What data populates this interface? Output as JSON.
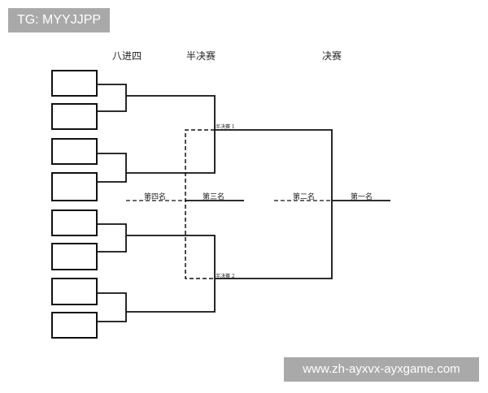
{
  "watermarks": {
    "top": "TG: MYYJJPP",
    "bottom": "www.zh-ayxvx-ayxgame.com"
  },
  "headers": {
    "quarterfinal": "八进四",
    "semifinal": "半决赛",
    "final": "决赛"
  },
  "labels": {
    "semi1": "半决赛 1",
    "semi2": "半决赛 2",
    "fourth": "第四名",
    "third": "第三名",
    "second": "第二名",
    "first": "第一名"
  },
  "slots": [
    "",
    "",
    "",
    "",
    "",
    "",
    "",
    ""
  ],
  "colors": {
    "line": "#111111",
    "watermark_bg": "#a9a9a9",
    "watermark_text": "#ffffff"
  }
}
